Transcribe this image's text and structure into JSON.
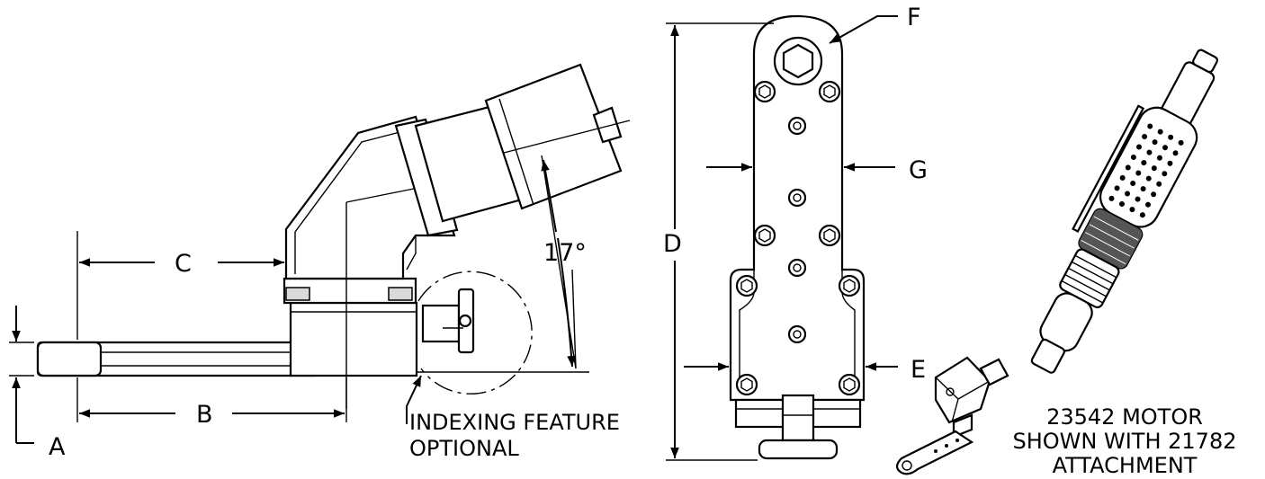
{
  "labels": {
    "a": "A",
    "b": "B",
    "c": "C",
    "d": "D",
    "e": "E",
    "f": "F",
    "g": "G",
    "angle": "17°"
  },
  "notes": {
    "indexing_line1": "INDEXING FEATURE",
    "indexing_line2": "OPTIONAL",
    "motor_line1": "23542 MOTOR",
    "motor_line2": "SHOWN WITH 21782",
    "motor_line3": "ATTACHMENT"
  },
  "colors": {
    "line": "#000000",
    "background": "#ffffff"
  }
}
